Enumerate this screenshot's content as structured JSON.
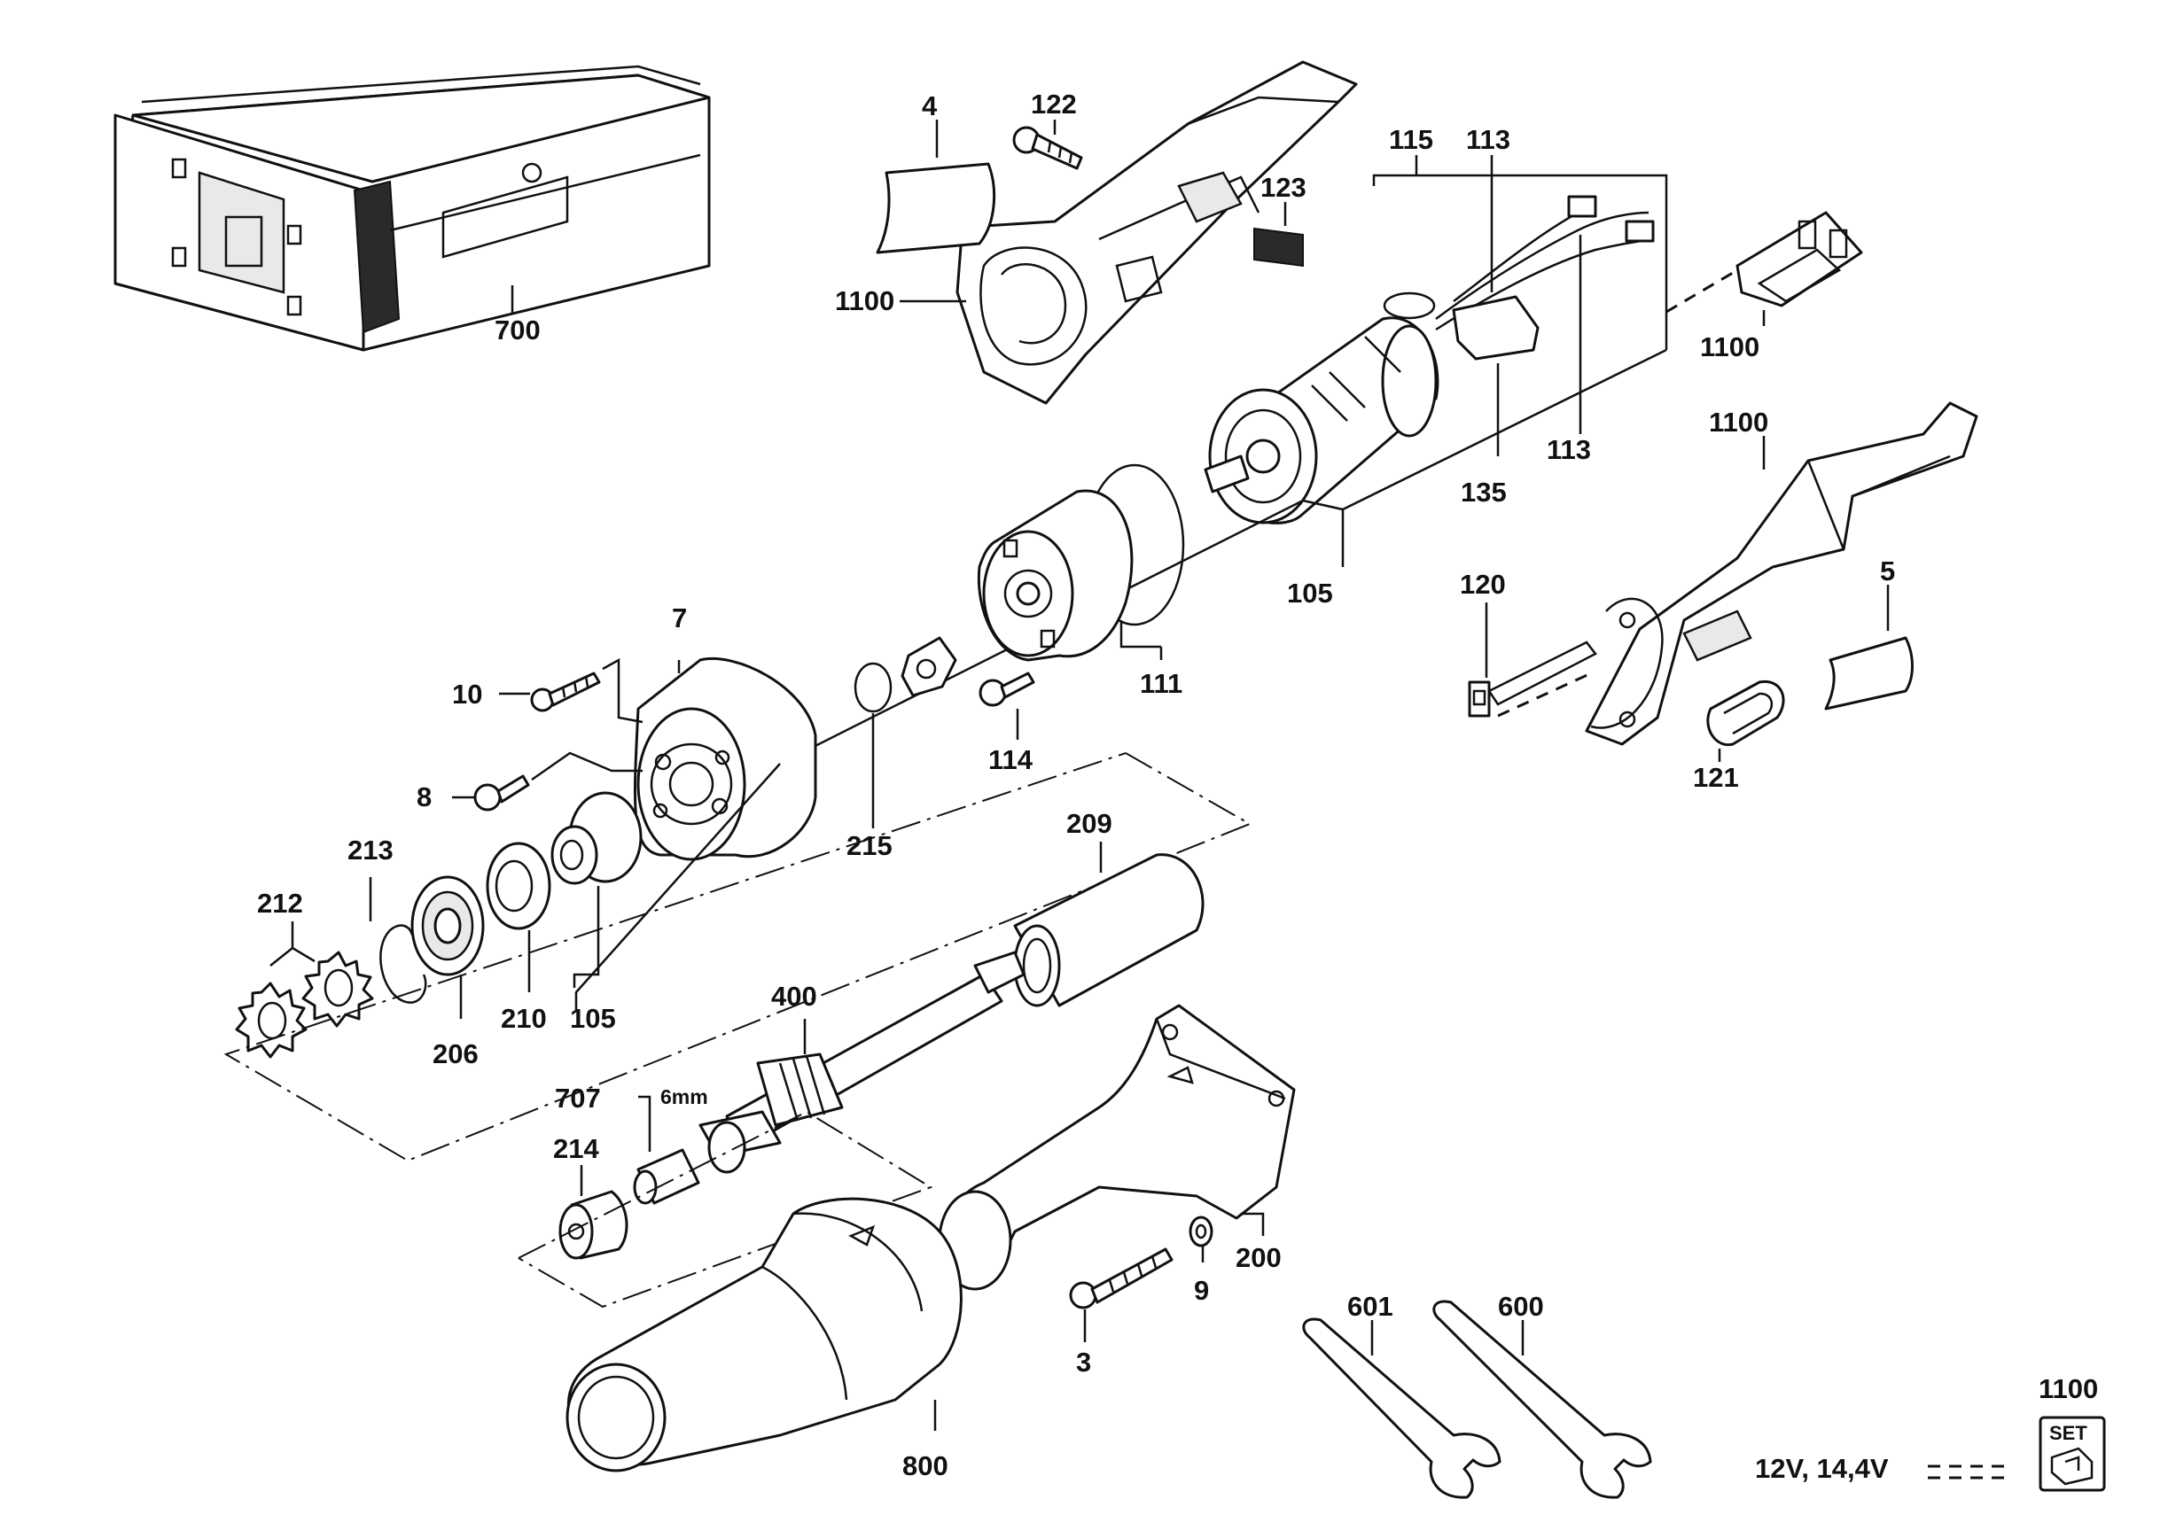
{
  "diagram": {
    "callouts": {
      "p4": "4",
      "p122": "122",
      "p123": "123",
      "p115": "115",
      "p113_top": "113",
      "p1100_housing_left": "1100",
      "p1100_connector": "1100",
      "p113_right": "113",
      "p135": "135",
      "p1100_housing_right": "1100",
      "p105_motor": "105",
      "p120": "120",
      "p5": "5",
      "p121": "121",
      "p111": "111",
      "p7": "7",
      "p10": "10",
      "p8": "8",
      "p215": "215",
      "p114": "114",
      "p213": "213",
      "p212": "212",
      "p206": "206",
      "p210": "210",
      "p105_bearing": "105",
      "p209": "209",
      "p400": "400",
      "p707": "707",
      "p6mm": "6mm",
      "p214": "214",
      "p200": "200",
      "p9": "9",
      "p3": "3",
      "p800": "800",
      "p601": "601",
      "p600": "600",
      "p700": "700",
      "p1100_set": "1100"
    },
    "set_badge": "SET",
    "voltage_legend": "12V, 14,4V"
  }
}
